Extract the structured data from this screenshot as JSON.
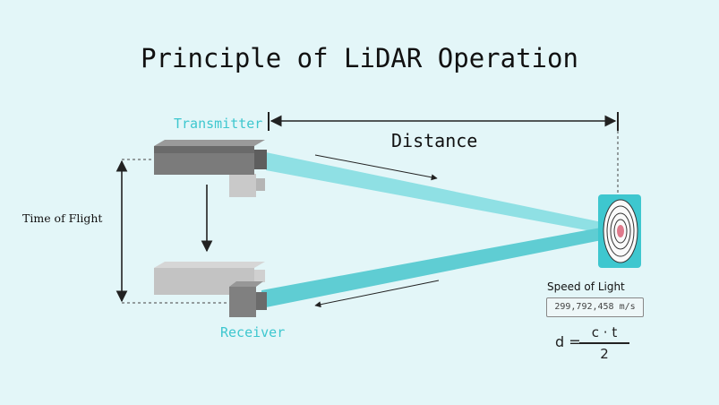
{
  "title": "Principle of LiDAR Operation",
  "labels": {
    "transmitter": "Transmitter",
    "receiver": "Receiver",
    "distance": "Distance",
    "time_of_flight": "Time of Flight",
    "speed_of_light": "Speed of Light",
    "speed_value": "299,792,458 m/s"
  },
  "formula": {
    "lhs": "d =",
    "numerator": "c · t",
    "denominator": "2"
  },
  "colors": {
    "background": "#e3f6f8",
    "accent": "#3ec7cf",
    "beam_out": "#8fe0e4",
    "beam_return": "#5fcdd3",
    "device_dark": "#7a7a7a",
    "device_light": "#c6c6c6"
  }
}
